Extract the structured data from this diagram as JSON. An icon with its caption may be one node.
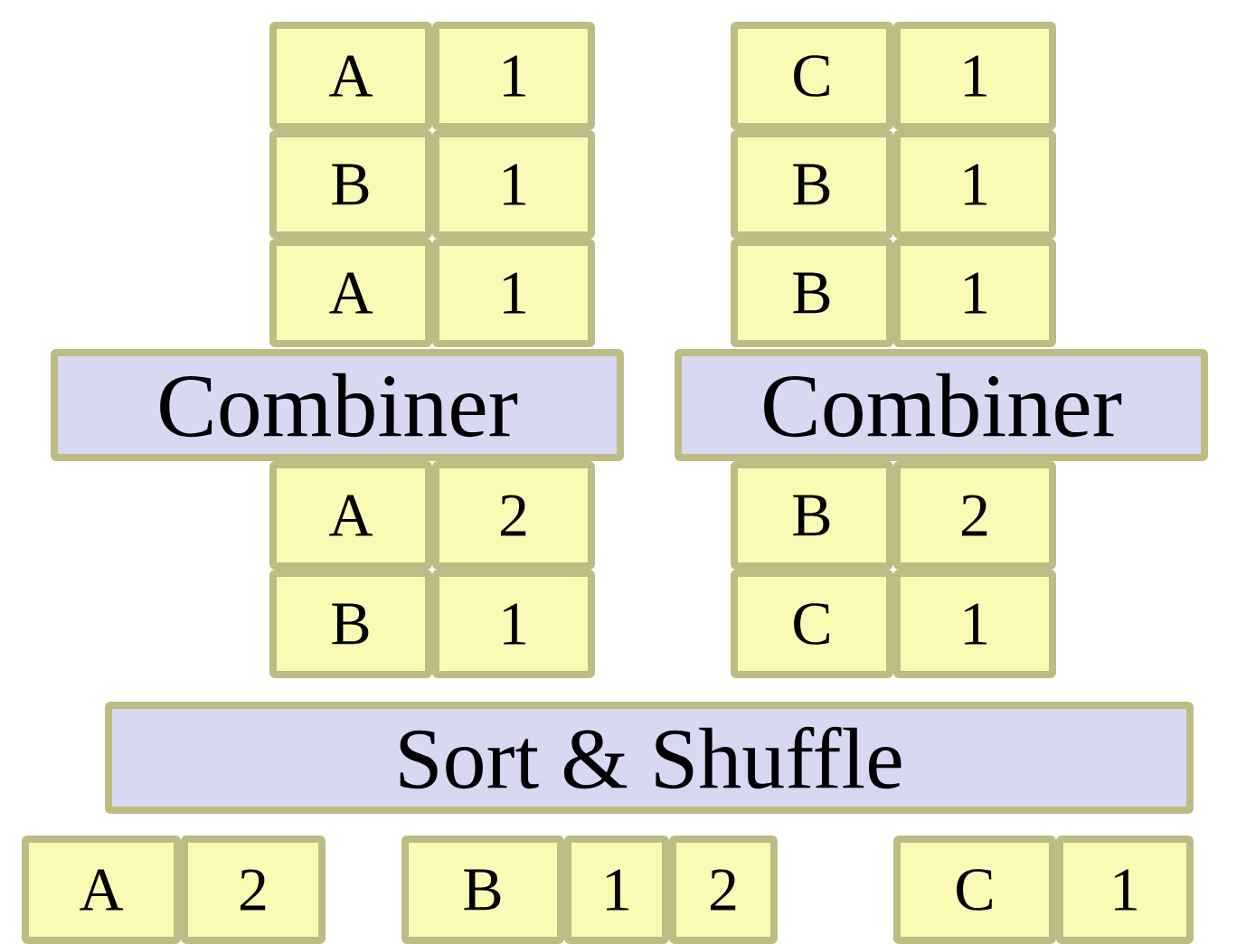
{
  "diagram": {
    "nodes": [
      {
        "text": [
          "A"
        ]
      },
      {
        "text": [
          "1"
        ]
      },
      {
        "text": [
          "C"
        ]
      },
      {
        "text": [
          "1"
        ]
      },
      {
        "text": [
          "B"
        ]
      },
      {
        "text": [
          "1"
        ]
      },
      {
        "text": [
          "B"
        ]
      },
      {
        "text": [
          "1"
        ]
      },
      {
        "text": [
          "A"
        ]
      },
      {
        "text": [
          "1"
        ]
      },
      {
        "text": [
          "B"
        ]
      },
      {
        "text": [
          "1"
        ]
      },
      {
        "text": [
          "Combiner"
        ]
      },
      {
        "text": [
          "Combiner"
        ]
      },
      {
        "text": [
          "A"
        ]
      },
      {
        "text": [
          "2"
        ]
      },
      {
        "text": [
          "B"
        ]
      },
      {
        "text": [
          "2"
        ]
      },
      {
        "text": [
          "B"
        ]
      },
      {
        "text": [
          "1"
        ]
      },
      {
        "text": [
          "C"
        ]
      },
      {
        "text": [
          "1"
        ]
      },
      {
        "text": [
          "Sort & Shuffle"
        ]
      },
      {
        "text": [
          "A"
        ]
      },
      {
        "text": [
          "2"
        ]
      },
      {
        "text": [
          "B"
        ]
      },
      {
        "text": [
          "1"
        ]
      },
      {
        "text": [
          "2"
        ]
      },
      {
        "text": [
          "C"
        ]
      },
      {
        "text": [
          "1"
        ]
      }
    ]
  }
}
